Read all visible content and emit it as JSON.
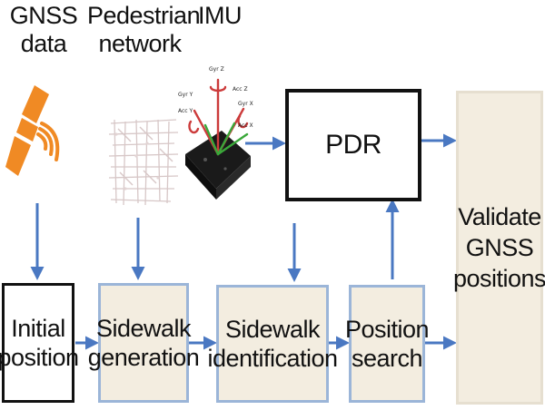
{
  "sources": {
    "gnss": [
      "GNSS",
      "data"
    ],
    "pedestrian": [
      "Pedestrian",
      "network"
    ],
    "imu": [
      "IMU"
    ]
  },
  "imu_axes": {
    "top": "Gyr Z",
    "top_right": "Acc Z",
    "left_up": "Gyr Y",
    "left": "Acc Y",
    "right": "Gyr X",
    "right_low": "Acc X"
  },
  "boxes": {
    "initial": [
      "Initial",
      "position"
    ],
    "sidewalk_gen": [
      "Sidewalk",
      "generation"
    ],
    "sidewalk_id": [
      "Sidewalk",
      "identification"
    ],
    "position_search": [
      "Position",
      "search"
    ],
    "pdr": [
      "PDR"
    ],
    "validate": [
      "Validate",
      "GNSS",
      "positions"
    ]
  },
  "colors": {
    "arrow": "#4a78c2",
    "box_fill": "#f3ede0",
    "box_border": "#9bb5d8",
    "satellite": "#f08a24"
  }
}
